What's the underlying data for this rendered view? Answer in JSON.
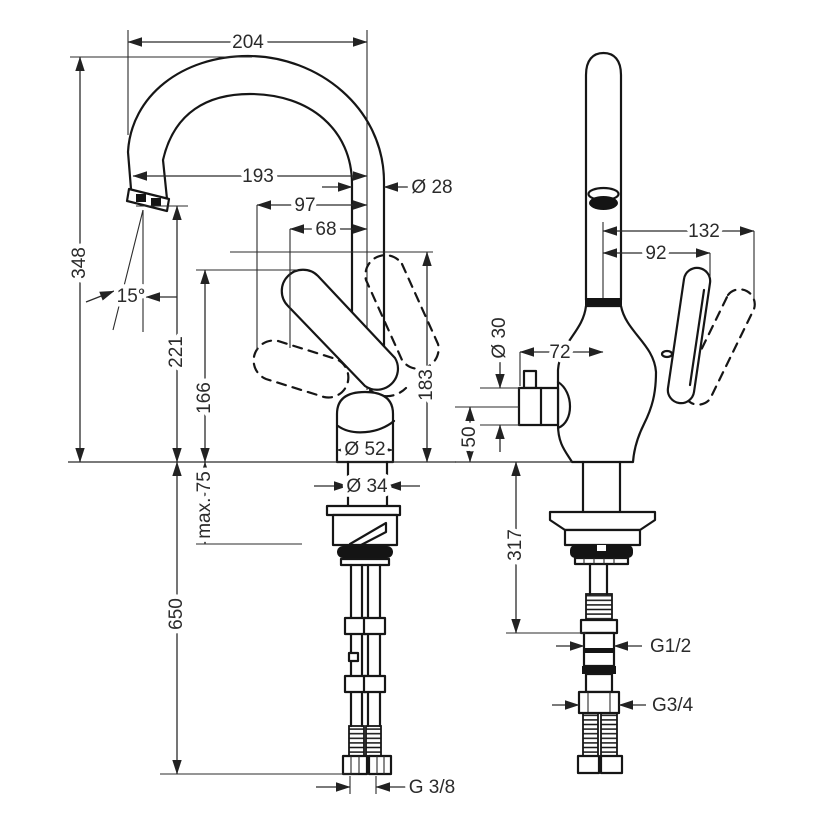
{
  "dimensions": {
    "front": {
      "spout_reach_outer": "204",
      "total_height": "348",
      "spout_reach": "193",
      "spout_pipe_diameter": "Ø 28",
      "handle_reach_low": "97",
      "handle_reach_high": "68",
      "spout_angle": "15°",
      "outlet_height": "221",
      "handle_height": "166",
      "handle_height_raised": "183",
      "base_diameter": "Ø 52",
      "shank_diameter": "Ø 34",
      "max_counter_thickness": "max. 75",
      "hose_length": "650",
      "hose_thread": "G 3/8"
    },
    "side": {
      "handle_offset_open": "132",
      "handle_offset": "92",
      "valve_outlet_diameter": "Ø 30",
      "valve_reach": "72",
      "valve_height": "50",
      "connection_length": "317",
      "thread_upper": "G1/2",
      "thread_lower": "G3/4"
    }
  }
}
